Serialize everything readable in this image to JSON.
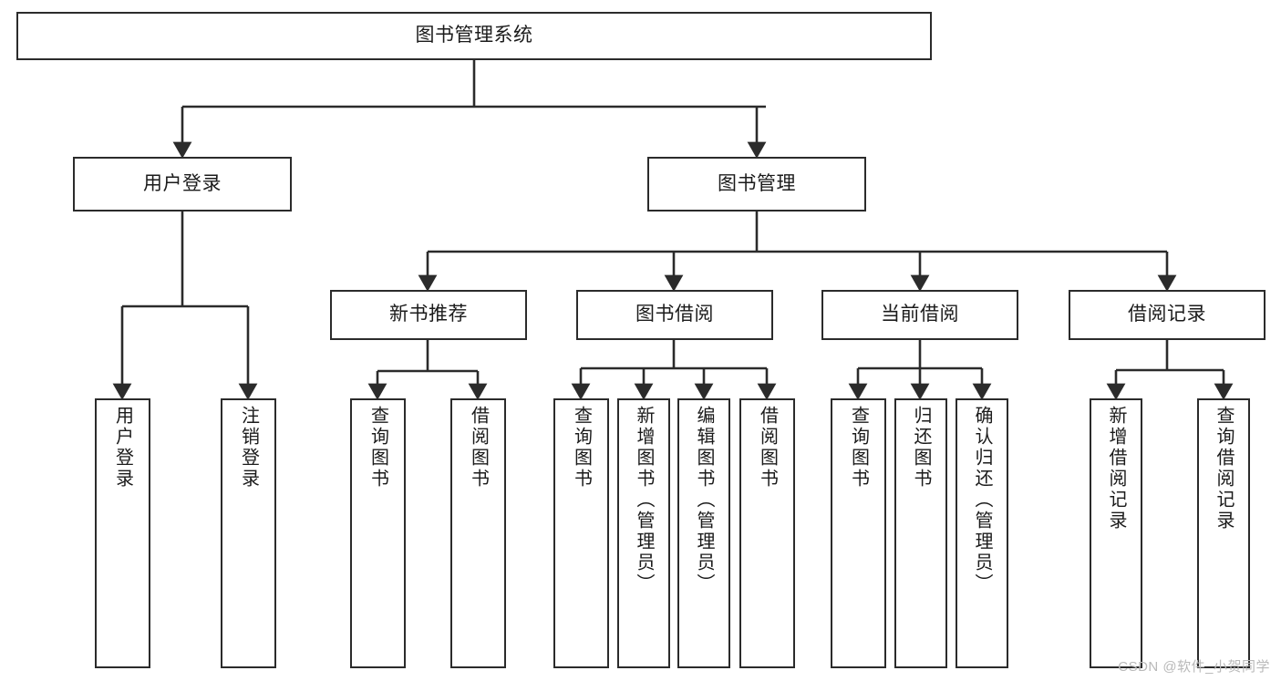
{
  "diagram": {
    "title": "图书管理系统",
    "type": "tree",
    "watermark": "CSDN @软件_小贺同学",
    "colors": {
      "box_border": "#2b2b2b",
      "box_fill": "#ffffff",
      "edge": "#2b2b2b",
      "text": "#1b1b1b",
      "watermark": "#b9b9b9",
      "background": "#ffffff"
    },
    "nodes": {
      "root": {
        "label": "图书管理系统"
      },
      "level1": [
        {
          "id": "user-login",
          "label": "用户登录"
        },
        {
          "id": "book-management",
          "label": "图书管理"
        }
      ],
      "level2": [
        {
          "id": "new-book-recommend",
          "label": "新书推荐"
        },
        {
          "id": "book-borrow",
          "label": "图书借阅"
        },
        {
          "id": "current-borrow",
          "label": "当前借阅"
        },
        {
          "id": "borrow-record",
          "label": "借阅记录"
        }
      ],
      "leaves": {
        "user_login": [
          {
            "id": "leaf-user-login",
            "label": "用户登录"
          },
          {
            "id": "leaf-logout-login",
            "label": "注销登录"
          }
        ],
        "new_book_recommend": [
          {
            "id": "leaf-query-book-1",
            "label": "查询图书"
          },
          {
            "id": "leaf-borrow-book-1",
            "label": "借阅图书"
          }
        ],
        "book_borrow": [
          {
            "id": "leaf-query-book-2",
            "label": "查询图书"
          },
          {
            "id": "leaf-add-book-admin",
            "label": "新增图书（管理员）"
          },
          {
            "id": "leaf-edit-book-admin",
            "label": "编辑图书（管理员）"
          },
          {
            "id": "leaf-borrow-book-2",
            "label": "借阅图书"
          }
        ],
        "current_borrow": [
          {
            "id": "leaf-query-book-3",
            "label": "查询图书"
          },
          {
            "id": "leaf-return-book",
            "label": "归还图书"
          },
          {
            "id": "leaf-confirm-return-admin",
            "label": "确认归还（管理员）"
          }
        ],
        "borrow_record": [
          {
            "id": "leaf-add-borrow-record",
            "label": "新增借阅记录"
          },
          {
            "id": "leaf-query-borrow-record",
            "label": "查询借阅记录"
          }
        ]
      }
    }
  }
}
